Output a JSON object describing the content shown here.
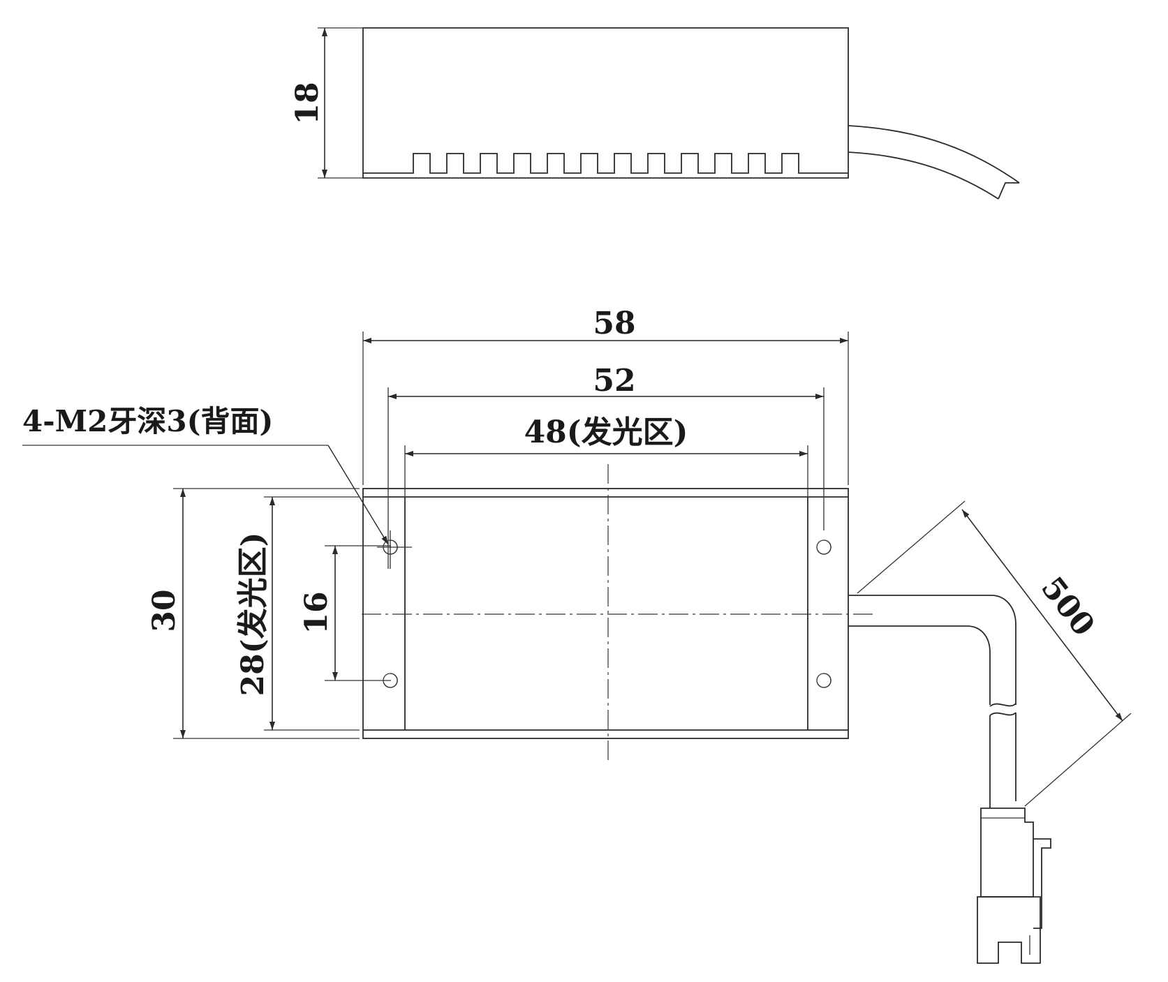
{
  "drawing": {
    "side_view": {
      "height_label": "18"
    },
    "front_view": {
      "width_overall_label": "58",
      "hole_spacing_x_label": "52",
      "emitting_width_label": "48(发光区)",
      "height_overall_label": "30",
      "emitting_height_label": "28(发光区)",
      "hole_spacing_y_label": "16",
      "hole_callout_label": "4-M2牙深3(背面)",
      "cable_length_label": "500"
    },
    "colors": {
      "line": "#2a2a2a",
      "text": "#1a1a1a",
      "background": "#ffffff"
    }
  }
}
